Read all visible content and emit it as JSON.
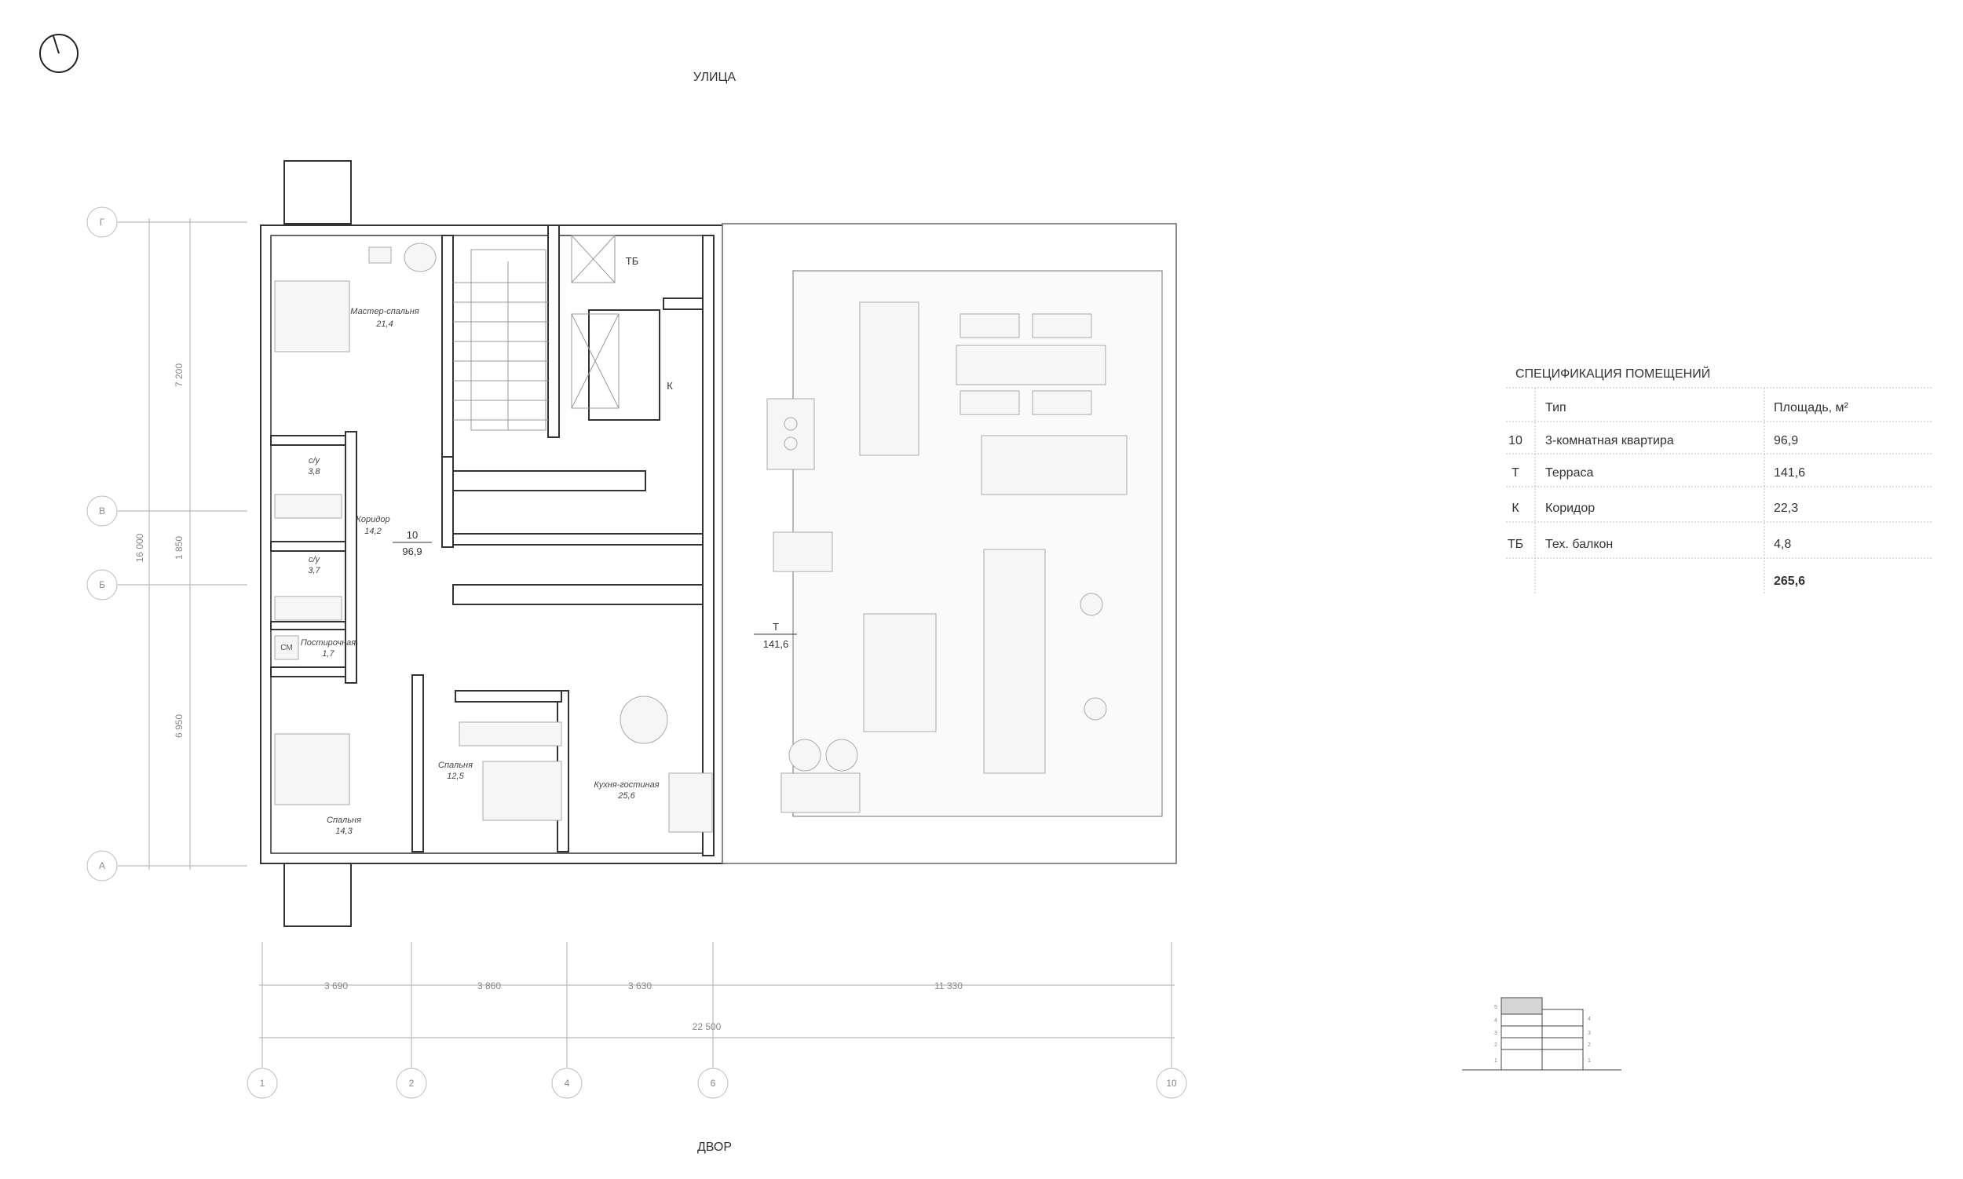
{
  "orientation": {
    "top": "УЛИЦА",
    "bottom": "ДВОР"
  },
  "rooms": [
    {
      "name": "Мастер-спальня",
      "area": "21,4"
    },
    {
      "name": "с/у",
      "area": "3,8"
    },
    {
      "name": "Коридор",
      "area": "14,2"
    },
    {
      "name": "с/у",
      "area": "3,7"
    },
    {
      "name": "Постирочная",
      "area": "1,7"
    },
    {
      "name": "Спальня",
      "area": "12,5"
    },
    {
      "name": "Кухня-гостиная",
      "area": "25,6"
    },
    {
      "name": "Спальня",
      "area": "14,3"
    }
  ],
  "washer_label": "СМ",
  "apartment": {
    "number": "10",
    "area": "96,9"
  },
  "terrace": {
    "code": "Т",
    "area": "141,6"
  },
  "corridor_code": "К",
  "tech_balcony_code": "ТБ",
  "axes_horizontal": [
    "Г",
    "В",
    "Б",
    "А"
  ],
  "axes_vertical": [
    "1",
    "2",
    "4",
    "6",
    "10"
  ],
  "dims_vertical": {
    "total": "16 000",
    "parts": [
      "7 200",
      "1 850",
      "6 950"
    ]
  },
  "dims_horizontal": {
    "total": "22 500",
    "parts": [
      "3 690",
      "3 860",
      "3 630",
      "11 330"
    ]
  },
  "spec": {
    "title": "СПЕЦИФИКАЦИЯ ПОМЕЩЕНИЙ",
    "headers": [
      "",
      "Тип",
      "Площадь, м²"
    ],
    "rows": [
      [
        "10",
        "3-комнатная квартира",
        "96,9"
      ],
      [
        "Т",
        "Терраса",
        "141,6"
      ],
      [
        "К",
        "Коридор",
        "22,3"
      ],
      [
        "ТБ",
        "Тех. балкон",
        "4,8"
      ]
    ],
    "total": "265,6"
  },
  "floor_key": {
    "left": [
      "5",
      "4",
      "3",
      "2",
      "1"
    ],
    "right": [
      "4",
      "3",
      "2",
      "1"
    ],
    "current_floor": 5
  }
}
